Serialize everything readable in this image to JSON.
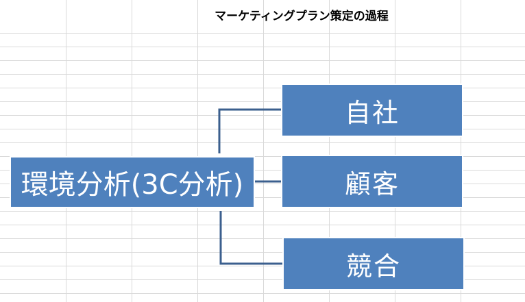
{
  "title": "マーケティングプラン策定の過程",
  "diagram": {
    "root": {
      "label": "環境分析(3C分析)"
    },
    "children": [
      {
        "label": "自社"
      },
      {
        "label": "顧客"
      },
      {
        "label": "競合"
      }
    ]
  },
  "colors": {
    "node_fill": "#4f81bd",
    "node_border": "#ffffff",
    "connector": "#3b5f8e",
    "grid": "#d9d9d9",
    "node_text": "#ffffff"
  }
}
